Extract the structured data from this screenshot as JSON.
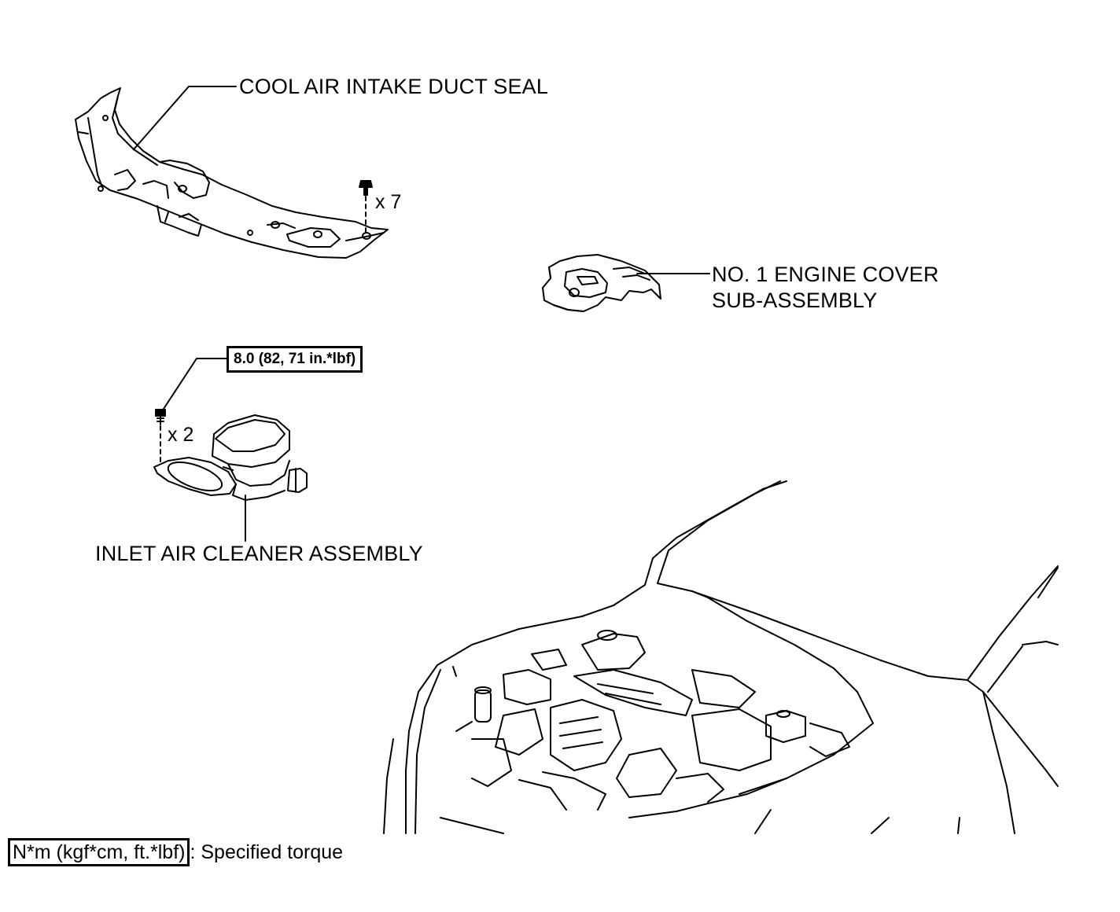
{
  "labels": {
    "cool_air_intake_duct_seal": "COOL AIR INTAKE DUCT SEAL",
    "engine_cover_line1": "NO. 1 ENGINE COVER",
    "engine_cover_line2": "SUB-ASSEMBLY",
    "inlet_air_cleaner_assembly": "INLET AIR CLEANER ASSEMBLY"
  },
  "quantities": {
    "duct_seal_clips": "x 7",
    "air_cleaner_bolts": "x 2"
  },
  "torque": {
    "air_cleaner_bolt": "8.0 (82, 71 in.*lbf)"
  },
  "legend": {
    "unit_box": "N*m (kgf*cm, ft.*lbf)",
    "description": ": Specified torque"
  }
}
